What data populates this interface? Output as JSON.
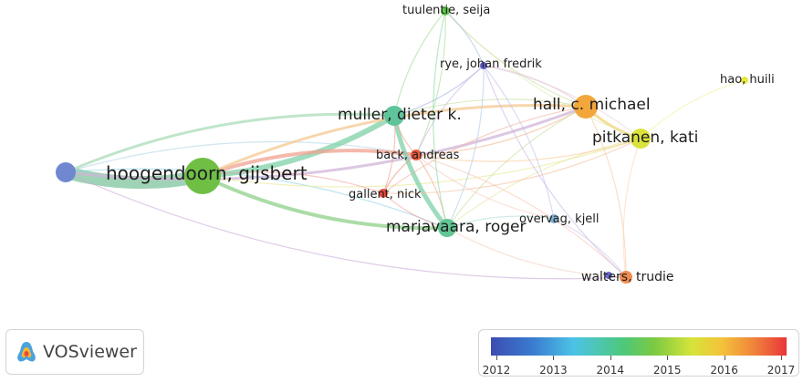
{
  "nodes": [
    {
      "id": "hoogendoorn",
      "label": "hoogendoorn, gijsbert",
      "color": "#6fbf45"
    },
    {
      "id": "hall",
      "label": "hall, c. michael",
      "color": "#f2a63c"
    },
    {
      "id": "muller",
      "label": "muller, dieter k.",
      "color": "#5fc49a"
    },
    {
      "id": "pitkanen",
      "label": "pitkanen, kati",
      "color": "#dbe23c"
    },
    {
      "id": "marjavaara",
      "label": "marjavaara, roger",
      "color": "#62c594"
    },
    {
      "id": "back",
      "label": "back, andreas",
      "color": "#ee5a3c"
    },
    {
      "id": "gallent",
      "label": "gallent, nick",
      "color": "#ea4b3a"
    },
    {
      "id": "tuulentie",
      "label": "tuulentie, seija",
      "color": "#5cc248"
    },
    {
      "id": "rye",
      "label": "rye, johan fredrik",
      "color": "#5f5fc8"
    },
    {
      "id": "hao",
      "label": "hao, huili",
      "color": "#e6e640"
    },
    {
      "id": "overvag",
      "label": "overvag, kjell",
      "color": "#7eb4d8"
    },
    {
      "id": "walters",
      "label": "walters, trudie",
      "color": "#f08c50"
    },
    {
      "id": "unlabeled_left",
      "label": "",
      "color": "#7088d0"
    },
    {
      "id": "unlabeled_walters",
      "label": "",
      "color": "#6a6ad0"
    }
  ],
  "edges": [
    {
      "source": "unlabeled_left",
      "target": "hoogendoorn",
      "color": "#7fc49c"
    },
    {
      "source": "unlabeled_left",
      "target": "muller",
      "color": "#aadcb8"
    },
    {
      "source": "unlabeled_left",
      "target": "hall",
      "color": "#d0b4d8"
    },
    {
      "source": "unlabeled_left",
      "target": "marjavaara",
      "color": "#90d4e8"
    },
    {
      "source": "unlabeled_left",
      "target": "walters",
      "color": "#c9a8d8"
    },
    {
      "source": "unlabeled_left",
      "target": "back",
      "color": "#b0d4e8"
    },
    {
      "source": "hoogendoorn",
      "target": "muller",
      "color": "#7fd0a8"
    },
    {
      "source": "hoogendoorn",
      "target": "back",
      "color": "#f0a090"
    },
    {
      "source": "hoogendoorn",
      "target": "marjavaara",
      "color": "#8fd08a"
    },
    {
      "source": "hoogendoorn",
      "target": "hall",
      "color": "#f4c890"
    },
    {
      "source": "hoogendoorn",
      "target": "pitkanen",
      "color": "#e8e890"
    },
    {
      "source": "hoogendoorn",
      "target": "gallent",
      "color": "#f4a0a0"
    },
    {
      "source": "muller",
      "target": "marjavaara",
      "color": "#7fd0a8"
    },
    {
      "source": "muller",
      "target": "tuulentie",
      "color": "#9cdc90"
    },
    {
      "source": "muller",
      "target": "back",
      "color": "#f4a090"
    },
    {
      "source": "muller",
      "target": "hall",
      "color": "#c8e0a0"
    },
    {
      "source": "muller",
      "target": "rye",
      "color": "#a0b4e0"
    },
    {
      "source": "muller",
      "target": "gallent",
      "color": "#f4a090"
    },
    {
      "source": "hall",
      "target": "pitkanen",
      "color": "#f4d070"
    },
    {
      "source": "hall",
      "target": "back",
      "color": "#f4b080"
    },
    {
      "source": "hall",
      "target": "marjavaara",
      "color": "#c8e0a0"
    },
    {
      "source": "hall",
      "target": "tuulentie",
      "color": "#c8e0a0"
    },
    {
      "source": "hall",
      "target": "rye",
      "color": "#e0c0d0"
    },
    {
      "source": "hall",
      "target": "walters",
      "color": "#f8c8a8"
    },
    {
      "source": "hall",
      "target": "gallent",
      "color": "#f4b0a0"
    },
    {
      "source": "pitkanen",
      "target": "hao",
      "color": "#f0f0a0"
    },
    {
      "source": "pitkanen",
      "target": "marjavaara",
      "color": "#e4e8a0"
    },
    {
      "source": "pitkanen",
      "target": "back",
      "color": "#f8c890"
    },
    {
      "source": "pitkanen",
      "target": "walters",
      "color": "#f8d8b0"
    },
    {
      "source": "pitkanen",
      "target": "tuulentie",
      "color": "#d8ecb0"
    },
    {
      "source": "pitkanen",
      "target": "rye",
      "color": "#e8d0e0"
    },
    {
      "source": "back",
      "target": "marjavaara",
      "color": "#f4a890"
    },
    {
      "source": "back",
      "target": "tuulentie",
      "color": "#a8dc98"
    },
    {
      "source": "back",
      "target": "rye",
      "color": "#d0b8e0"
    },
    {
      "source": "back",
      "target": "overvag",
      "color": "#f8c8c0"
    },
    {
      "source": "back",
      "target": "walters",
      "color": "#f8c8b8"
    },
    {
      "source": "back",
      "target": "gallent",
      "color": "#f29080"
    },
    {
      "source": "marjavaara",
      "target": "tuulentie",
      "color": "#8cd8a0"
    },
    {
      "source": "marjavaara",
      "target": "rye",
      "color": "#b0c8e8"
    },
    {
      "source": "marjavaara",
      "target": "overvag",
      "color": "#b4dcd8"
    },
    {
      "source": "marjavaara",
      "target": "walters",
      "color": "#f0d0c0"
    },
    {
      "source": "marjavaara",
      "target": "gallent",
      "color": "#f4a8a0"
    },
    {
      "source": "rye",
      "target": "tuulentie",
      "color": "#a8c0e0"
    },
    {
      "source": "rye",
      "target": "overvag",
      "color": "#c0c4ec"
    },
    {
      "source": "rye",
      "target": "walters",
      "color": "#c8b8e8"
    },
    {
      "source": "overvag",
      "target": "walters",
      "color": "#d0c8e8"
    },
    {
      "source": "gallent",
      "target": "pitkanen",
      "color": "#f4c0a0"
    }
  ],
  "branding": {
    "label": "VOSviewer"
  },
  "legend": {
    "ticks": [
      "2012",
      "2013",
      "2014",
      "2015",
      "2016",
      "2017"
    ],
    "colors": [
      "#3b4db0",
      "#3a7bd0",
      "#4cc3e6",
      "#4ec87a",
      "#7ac943",
      "#d6e43a",
      "#f4c23a",
      "#f08a3a",
      "#e8363a"
    ]
  }
}
